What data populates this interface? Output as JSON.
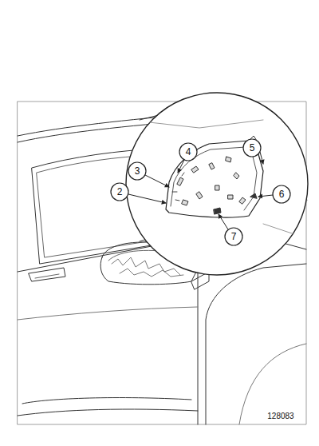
{
  "diagram": {
    "labels": [
      "4",
      "5",
      "3",
      "2",
      "6",
      "7",
      "128083"
    ]
  }
}
